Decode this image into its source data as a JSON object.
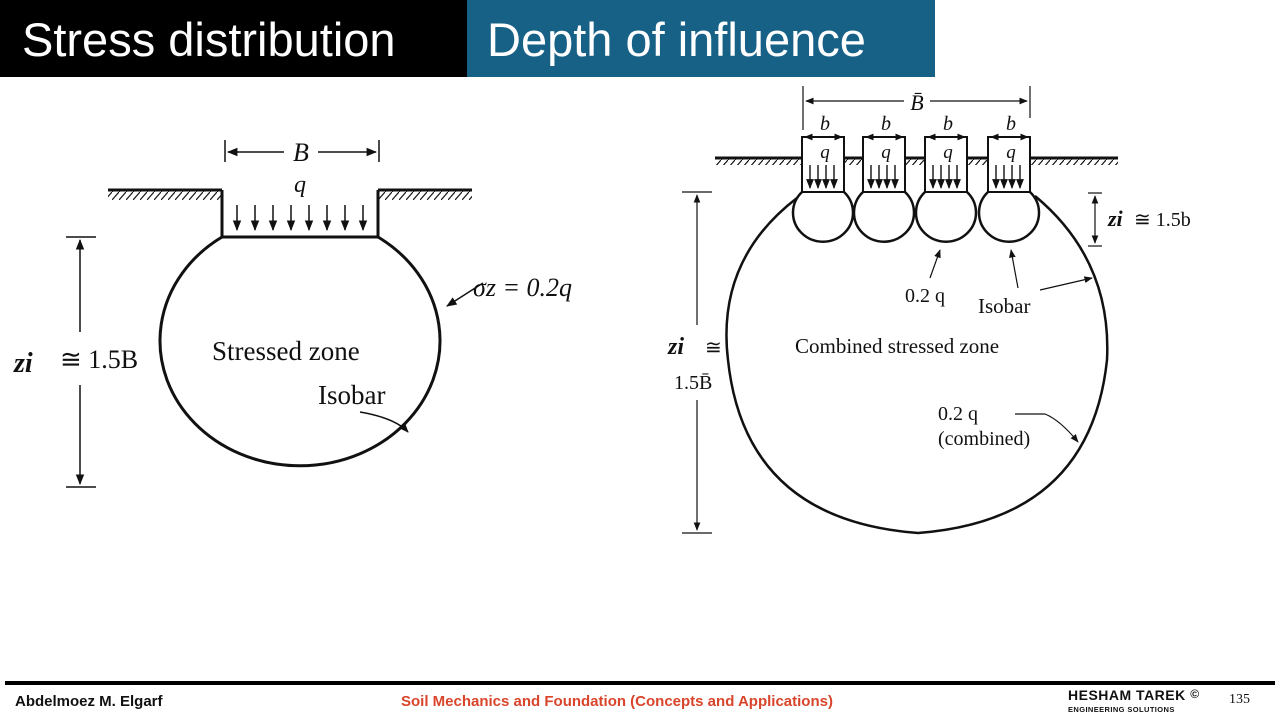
{
  "header": {
    "title_left": "Stress distribution",
    "title_right": "Depth of influence"
  },
  "colors": {
    "title_left_bg": "#000000",
    "title_right_bg": "#176187",
    "course_text": "#d9452b"
  },
  "left_diagram": {
    "width_label": "B",
    "load_label": "q",
    "isobar_value": "σz = 0.2q",
    "zone_label": "Stressed zone",
    "isobar_label": "Isobar",
    "depth_symbol": "zi",
    "depth_value": "≅ 1.5B"
  },
  "right_diagram": {
    "total_width_label": "B̄",
    "footing_width_labels": [
      "b",
      "b",
      "b",
      "b"
    ],
    "load_labels": [
      "q",
      "q",
      "q",
      "q"
    ],
    "small_depth_symbol": "zi",
    "small_depth_value": "≅ 1.5b",
    "small_isobar_value": "0.2 q",
    "isobar_label": "Isobar",
    "zone_label": "Combined stressed zone",
    "depth_symbol": "zi",
    "depth_approx": "≅",
    "depth_value": "1.5B̄",
    "combined_isobar_value": "0.2 q",
    "combined_isobar_note": "(combined)"
  },
  "footer": {
    "author": "Abdelmoez M. Elgarf",
    "course": "Soil Mechanics and Foundation (Concepts and Applications)",
    "logo_line1": "HESHAM TAREK",
    "logo_copyright": "©",
    "logo_line2": "ENGINEERING SOLUTIONS",
    "page_number": "135"
  }
}
